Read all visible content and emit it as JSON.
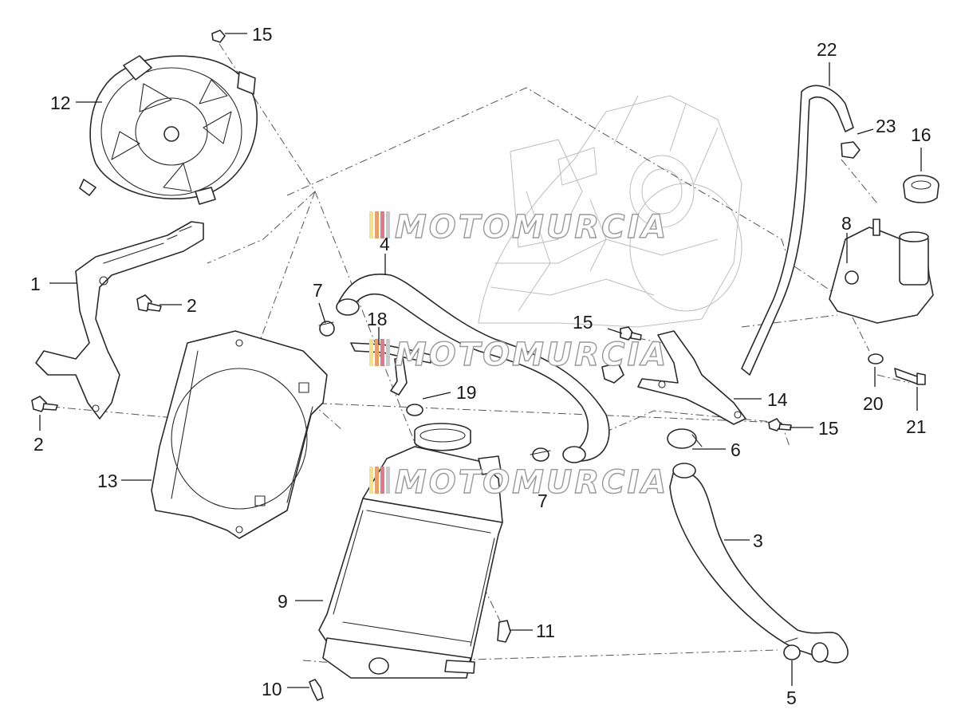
{
  "watermark": {
    "text": "MOTOMURCIA",
    "colors": [
      "#f2e28a",
      "#e8a06a",
      "#e07a8a",
      "#c8c8c8"
    ]
  },
  "callouts": [
    "1",
    "2",
    "2",
    "3",
    "4",
    "5",
    "6",
    "7",
    "7",
    "8",
    "9",
    "10",
    "11",
    "12",
    "13",
    "14",
    "15",
    "15",
    "15",
    "16",
    "18",
    "19",
    "20",
    "21",
    "22",
    "23"
  ]
}
